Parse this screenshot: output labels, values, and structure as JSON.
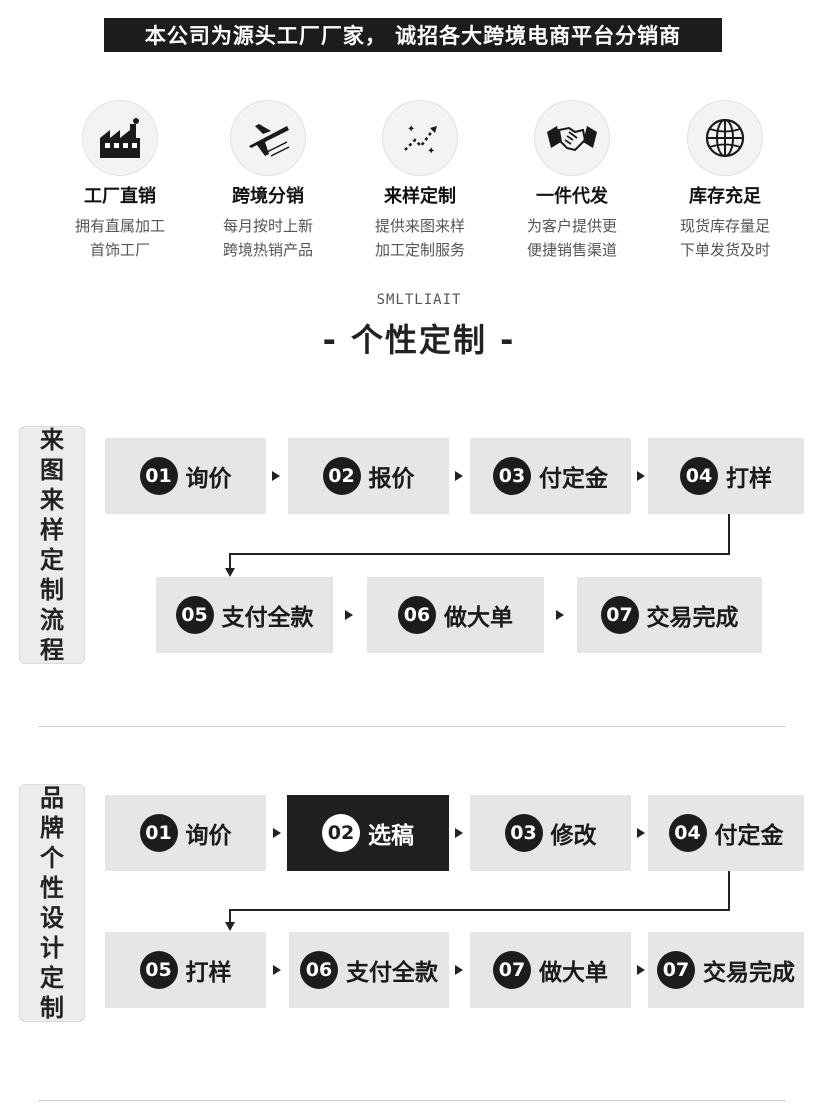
{
  "banner": "本公司为源头工厂厂家， 诚招各大跨境电商平台分销商",
  "features": [
    {
      "icon": "factory-icon",
      "title": "工厂直销",
      "desc1": "拥有直属加工",
      "desc2": "首饰工厂"
    },
    {
      "icon": "airplane-icon",
      "title": "跨境分销",
      "desc1": "每月按时上新",
      "desc2": "跨境热销产品"
    },
    {
      "icon": "trend-chart-icon",
      "title": "来样定制",
      "desc1": "提供来图来样",
      "desc2": "加工定制服务"
    },
    {
      "icon": "handshake-icon",
      "title": "一件代发",
      "desc1": "为客户提供更",
      "desc2": "便捷销售渠道"
    },
    {
      "icon": "globe-icon",
      "title": "库存充足",
      "desc1": "现货库存量足",
      "desc2": "下单发货及时"
    }
  ],
  "brand_en": "SMLTLIAIT",
  "section_title": "- 个性定制 -",
  "flow1": {
    "label": [
      "来",
      "图",
      "来",
      "样",
      "定",
      "制",
      "流",
      "程"
    ],
    "steps": [
      {
        "num": "01",
        "text": "询价"
      },
      {
        "num": "02",
        "text": "报价"
      },
      {
        "num": "03",
        "text": "付定金"
      },
      {
        "num": "04",
        "text": "打样"
      },
      {
        "num": "05",
        "text": "支付全款"
      },
      {
        "num": "06",
        "text": "做大单"
      },
      {
        "num": "07",
        "text": "交易完成"
      }
    ]
  },
  "flow2": {
    "label": [
      "品",
      "牌",
      "个",
      "性",
      "设",
      "计",
      "定",
      "制"
    ],
    "steps": [
      {
        "num": "01",
        "text": "询价"
      },
      {
        "num": "02",
        "text": "选稿"
      },
      {
        "num": "03",
        "text": "修改"
      },
      {
        "num": "04",
        "text": "付定金"
      },
      {
        "num": "05",
        "text": "打样"
      },
      {
        "num": "06",
        "text": "支付全款"
      },
      {
        "num": "07",
        "text": "做大单"
      },
      {
        "num": "07",
        "text": "交易完成"
      }
    ]
  }
}
